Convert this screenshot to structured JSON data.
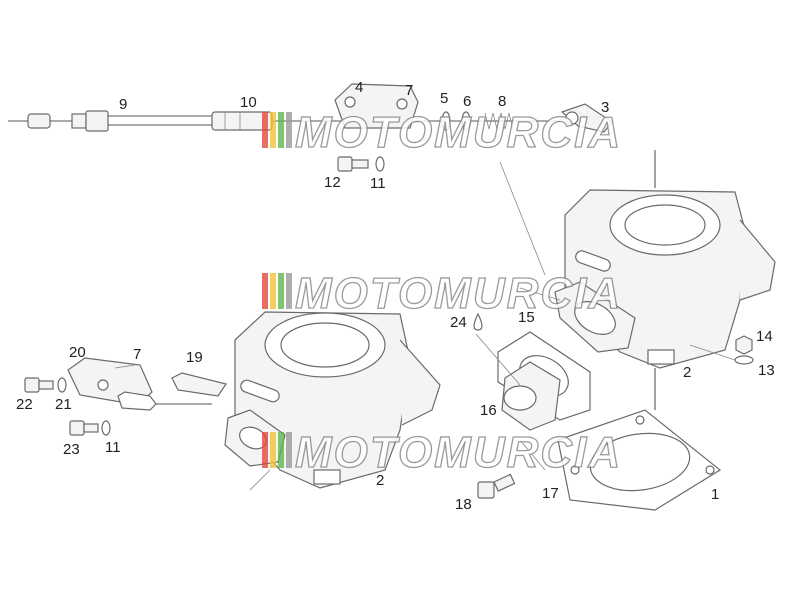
{
  "callouts": [
    {
      "id": "9",
      "text": "9"
    },
    {
      "id": "10",
      "text": "10"
    },
    {
      "id": "4",
      "text": "4"
    },
    {
      "id": "7a",
      "text": "7"
    },
    {
      "id": "5",
      "text": "5"
    },
    {
      "id": "6",
      "text": "6"
    },
    {
      "id": "8",
      "text": "8"
    },
    {
      "id": "3",
      "text": "3"
    },
    {
      "id": "12",
      "text": "12"
    },
    {
      "id": "11a",
      "text": "11"
    },
    {
      "id": "24",
      "text": "24"
    },
    {
      "id": "15",
      "text": "15"
    },
    {
      "id": "14",
      "text": "14"
    },
    {
      "id": "13",
      "text": "13"
    },
    {
      "id": "2a",
      "text": "2"
    },
    {
      "id": "20",
      "text": "20"
    },
    {
      "id": "7b",
      "text": "7"
    },
    {
      "id": "19",
      "text": "19"
    },
    {
      "id": "22",
      "text": "22"
    },
    {
      "id": "21",
      "text": "21"
    },
    {
      "id": "23",
      "text": "23"
    },
    {
      "id": "11b",
      "text": "11"
    },
    {
      "id": "16",
      "text": "16"
    },
    {
      "id": "2b",
      "text": "2"
    },
    {
      "id": "18",
      "text": "18"
    },
    {
      "id": "17",
      "text": "17"
    },
    {
      "id": "1",
      "text": "1"
    }
  ],
  "watermark": {
    "text": "MOTOMURCIA",
    "colors": [
      "#e24a3b",
      "#f2c23a",
      "#5fb54a",
      "#9a9a9a"
    ]
  }
}
